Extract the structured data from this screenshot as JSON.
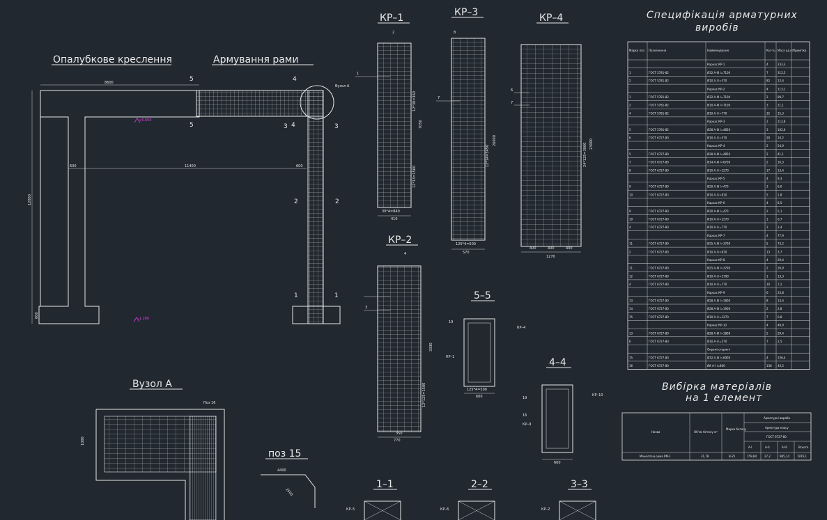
{
  "titles": {
    "formwork": "Опалубкове креслення",
    "reinforcement": "Армування рами",
    "kr1": "КР–1",
    "kr2": "КР–2",
    "kr3": "КР–3",
    "kr4": "КР–4",
    "node_a": "Вузол А",
    "poz15": "поз 15",
    "sec55": "5–5",
    "sec44": "4–4",
    "sec11": "1–1",
    "sec22": "2–2",
    "sec33": "3–3",
    "spec_line1": "Специфікація арматурних",
    "spec_line2": "виробів",
    "materials_line1": "Вибірка матеріалів",
    "materials_line2": "на 1 елемент"
  },
  "formwork_dims": {
    "top_span": "8600",
    "mid_span": "11400",
    "left_col": "600",
    "right_col": "600",
    "height": "12000",
    "base": "600",
    "elev_top": "+6.600",
    "elev_bot": "-1.200"
  },
  "frame_marks": {
    "s5": "5",
    "s4": "4",
    "s3": "3",
    "s2": "2",
    "s1": "1",
    "node_label": "Вузол А"
  },
  "kr_dims": {
    "kr1_h": "7050",
    "kr1_w": "410",
    "kr1_a": "2",
    "kr1_b": "1",
    "kr1_step": "30*4=840",
    "kr1_sp": "12*13=1560",
    "kr1_top": "12*30=360",
    "kr3_h": "26000",
    "kr3_w": "570",
    "kr3_a": "8",
    "kr3_b": "7",
    "kr3_step": "125*4=500",
    "kr3_sp": "12*14=3450",
    "kr4_h": "23000",
    "kr4_w": "1270",
    "kr4_a": "6",
    "kr4_b": "7",
    "kr4_step": "400",
    "kr4_sp": "24*125=3000",
    "kr2_h": "3330",
    "kr2_w": "770",
    "kr2_a": "4",
    "kr2_b": "3",
    "kr2_step": "350",
    "kr2_sp": "12*125=1500"
  },
  "section_labels": {
    "s55_w": "600",
    "s55_step": "125*4=500",
    "s55_kr4": "КР–4",
    "s55_kr1": "КР–1",
    "s55_pos19": "19",
    "s44_w": "600",
    "s44_kr10": "КР–10",
    "s44_kr9": "КР–9",
    "s44_pos16": "16",
    "s44_pos19": "19",
    "s11_kr": "КР–5",
    "s22_kr": "КР–6",
    "s33_kr": "КР–2",
    "node_dim": "1000",
    "node_pos": "Поз 16",
    "poz15_len": "4400",
    "poz15_diag": "2500"
  },
  "spec_table": {
    "headers": [
      "Марка поз.",
      "Позначення",
      "Найменування",
      "Кіл-ть",
      "Маса од.кг",
      "Примітка"
    ],
    "rows": [
      [
        "",
        "",
        "Каркас КР-1",
        "4",
        "233,3",
        ""
      ],
      [
        "1",
        "ГОСТ 5781-82",
        "Ø32 А-ІІІ l=7100",
        "7",
        "312,5",
        ""
      ],
      [
        "2",
        "ГОСТ 5781-82",
        "Ø10 А-І l=370",
        "82",
        "12,4",
        ""
      ],
      [
        "",
        "",
        "Каркас КР-2",
        "4",
        "113,1",
        ""
      ],
      [
        "1",
        "ГОСТ 5781-82",
        "Ø32 А-ІІІ l=7100",
        "2",
        "89,7",
        ""
      ],
      [
        "2",
        "ГОСТ 5781-82",
        "Ø10 А-ІІІ l=7100",
        "3",
        "11,1",
        ""
      ],
      [
        "4",
        "ГОСТ 5781-82",
        "Ø10 А-І l=770",
        "32",
        "15,3",
        ""
      ],
      [
        "",
        "",
        "Каркас КР-3",
        "2",
        "112,8",
        ""
      ],
      [
        "5",
        "ГОСТ 5781-82",
        "Ø28 А-ІІІ l=4850",
        "3",
        "102,6",
        ""
      ],
      [
        "6",
        "ГОСТ 6727-80",
        "Ø10 А-І l=570",
        "29",
        "10,2",
        ""
      ],
      [
        "",
        "",
        "Каркас КР-4",
        "2",
        "54,9",
        ""
      ],
      [
        "5",
        "ГОСТ 6727-80",
        "Ø28 А-ІІІ l=4850",
        "2",
        "41,1",
        ""
      ],
      [
        "7",
        "ГОСТ 6727-80",
        "Ø14 А-ІІІ l=6700",
        "2",
        "16,3",
        ""
      ],
      [
        "8",
        "ГОСТ 6727-80",
        "Ø10 А-І l=1270",
        "17",
        "13,4",
        ""
      ],
      [
        "",
        "",
        "Каркас КР-5",
        "4",
        "9,3",
        ""
      ],
      [
        "9",
        "ГОСТ 6727-80",
        "Ø20 А-ІІІ l=470",
        "3",
        "6,0",
        ""
      ],
      [
        "10",
        "ГОСТ 6727-80",
        "Ø10 А-І l=810",
        "5",
        "1,8",
        ""
      ],
      [
        "",
        "",
        "Каркас КР-6",
        "4",
        "8,5",
        ""
      ],
      [
        "9",
        "ГОСТ 6727-80",
        "Ø20 А-ІІІ l=470",
        "2",
        "5,1",
        ""
      ],
      [
        "10",
        "ГОСТ 6727-80",
        "Ø10 А-І l=1570",
        "1",
        "0,7",
        ""
      ],
      [
        "4",
        "ГОСТ 6727-80",
        "Ø10 А-І l=770",
        "3",
        "2,4",
        ""
      ],
      [
        "",
        "",
        "Каркас КР-7",
        "4",
        "77,9",
        ""
      ],
      [
        "11",
        "ГОСТ 6727-80",
        "Ø25 А-ІІІ l=3790",
        "5",
        "73,2",
        ""
      ],
      [
        "2",
        "ГОСТ 6727-80",
        "Ø10 А-І l=810",
        "13",
        "3,7",
        ""
      ],
      [
        "",
        "",
        "Каркас КР-8",
        "4",
        "29,4",
        ""
      ],
      [
        "11",
        "ГОСТ 6727-80",
        "Ø25 А-ІІІ l=3790",
        "2",
        "26,9",
        ""
      ],
      [
        "12",
        "ГОСТ 6727-80",
        "Ø10 А-І l=1790",
        "1",
        "13,3",
        ""
      ],
      [
        "4",
        "ГОСТ 6727-80",
        "Ø10 А-І l=770",
        "10",
        "7,2",
        ""
      ],
      [
        "",
        "",
        "Каркас КР-9",
        "6",
        "23,8",
        ""
      ],
      [
        "13",
        "ГОСТ 6727-80",
        "Ø28 А-ІІІ l=1800",
        "8",
        "13,4",
        ""
      ],
      [
        "14",
        "ГОСТ 6727-80",
        "Ø28 А-ІІІ l=1900",
        "2",
        "2,8",
        ""
      ],
      [
        "15",
        "ГОСТ 6727-80",
        "Ø10 А-І l=1270",
        "7",
        "0,8",
        ""
      ],
      [
        "",
        "",
        "Каркас КР-10",
        "4",
        "40,9",
        ""
      ],
      [
        "13",
        "ГОСТ 6727-80",
        "Ø28 А-ІІІ l=1800",
        "5",
        "29,4",
        ""
      ],
      [
        "6",
        "ГОСТ 6727-80",
        "Ø10 А-І l=570",
        "7",
        "2,5",
        ""
      ],
      [
        "",
        "",
        "Окремі стержні",
        "",
        "",
        ""
      ],
      [
        "15",
        "ГОСТ 6727-80",
        "Ø32 А-ІІІ l=6900",
        "4",
        "236,4",
        ""
      ],
      [
        "16",
        "ГОСТ 6727-80",
        "Ø8 А-І l=800",
        "138",
        "43,5",
        ""
      ]
    ]
  },
  "materials_table": {
    "col_name": "Назва",
    "col_volume": "Об'єм бетону м³",
    "col_grade": "Марка бетону",
    "group": "Арматурні вироби",
    "group_sub": "Арматура класу",
    "gost": "ГОСТ 6727-80",
    "classes": [
      "А-І",
      "А-ІІ",
      "А-ІІІ",
      "Всього"
    ],
    "row_name": "Монолітна рама РМ-1",
    "row_volume": "31,78",
    "row_grade": "В-25",
    "row_values": [
      "159,84",
      "27,2",
      "985,14",
      "1976,1"
    ]
  }
}
